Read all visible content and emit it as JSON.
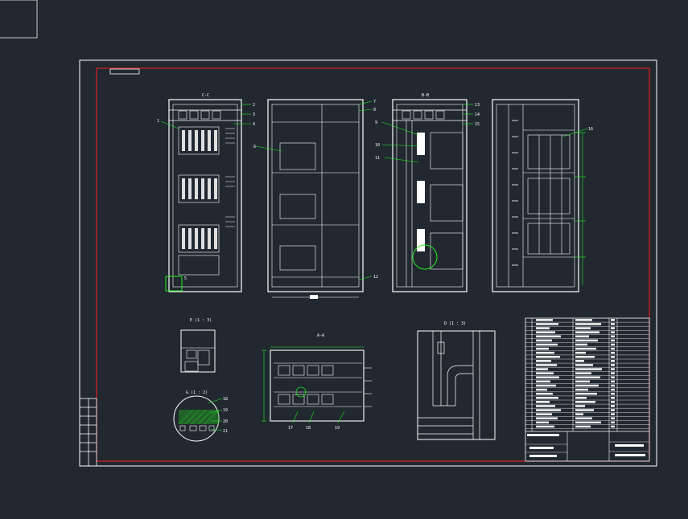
{
  "drawing": {
    "frame_label": "",
    "views": {
      "front": {
        "label": "C-C"
      },
      "side": {
        "label": ""
      },
      "back": {
        "label": "B-B"
      },
      "right": {
        "label": ""
      },
      "detail_e": {
        "label": "E (1 : 3)"
      },
      "detail_g": {
        "label": "G (1 : 2)"
      },
      "section_aa": {
        "label": "A-A"
      },
      "detail_d": {
        "label": "D (1 : 3)"
      }
    },
    "notes": {
      "title": "",
      "body": ""
    },
    "callouts_front": [
      "1",
      "2",
      "3",
      "4",
      "5"
    ],
    "callouts_side": [
      "6",
      "7",
      "8",
      "12"
    ],
    "callouts_back": [
      "9",
      "10",
      "11",
      "13",
      "14",
      "15"
    ],
    "callouts_right": [
      "16"
    ],
    "callouts_g": [
      "18",
      "19",
      "20",
      "21"
    ],
    "callouts_aa": [
      "17",
      "18",
      "19"
    ],
    "title_block": {
      "drawing_name": "",
      "drawing_no": ""
    }
  },
  "colors": {
    "background": "#212830",
    "lines": "#ffffff",
    "border": "#ff2020",
    "highlight": "#22ee22",
    "dimension": "#22ee22"
  }
}
